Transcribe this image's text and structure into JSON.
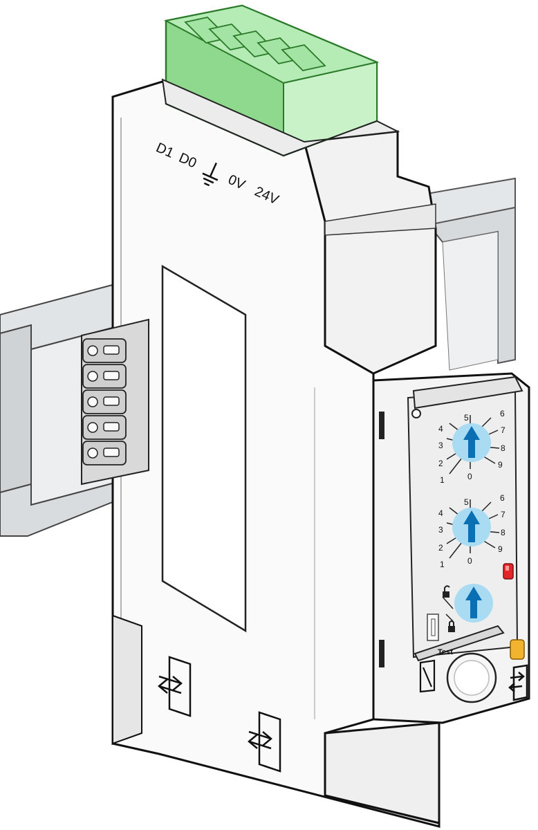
{
  "terminal_labels": {
    "d1": "D1",
    "d0": "D0",
    "ground": "ground-symbol",
    "zero_v": "0V",
    "twentyfour_v": "24V"
  },
  "switch_top": {
    "ticks": [
      "5",
      "6",
      "4",
      "7",
      "3",
      "8",
      "2",
      "9",
      "1",
      "0"
    ]
  },
  "switch_middle": {
    "ticks": [
      "5",
      "6",
      "4",
      "7",
      "3",
      "8",
      "2",
      "9",
      "1",
      "0"
    ]
  },
  "lock_switch": {
    "icons": [
      "unlock-icon",
      "lock-icon"
    ]
  },
  "test_label": "Test",
  "colors": {
    "connector_green": "#8fd98f",
    "dial_blue": "#a9dcf2",
    "arrow_blue": "#0b6fb3",
    "led_red": "#e4262b",
    "led_yellow": "#f2b32e",
    "rail_grey": "#d7dadc",
    "body_grey": "#f6f6f6"
  }
}
